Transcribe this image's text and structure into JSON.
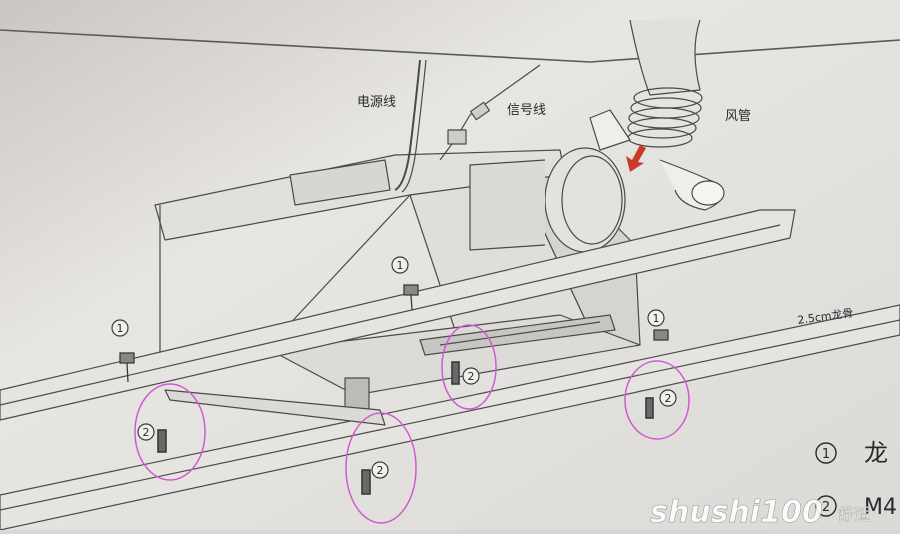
{
  "labels": {
    "power_cable": "电源线",
    "signal_cable": "信号线",
    "air_duct": "风管",
    "keel": "2.5cm龙骨"
  },
  "callouts": {
    "one": "1",
    "two": "2"
  },
  "legend": {
    "item1_text": "龙",
    "item2_text": "M4"
  },
  "watermark": {
    "text": "shushi100",
    "suffix": "舒适"
  },
  "colors": {
    "paper": "#e6e4e1",
    "line": "#4a4a4a",
    "highlight_circle": "#d05ad0",
    "arrow": "#c83a2a"
  }
}
